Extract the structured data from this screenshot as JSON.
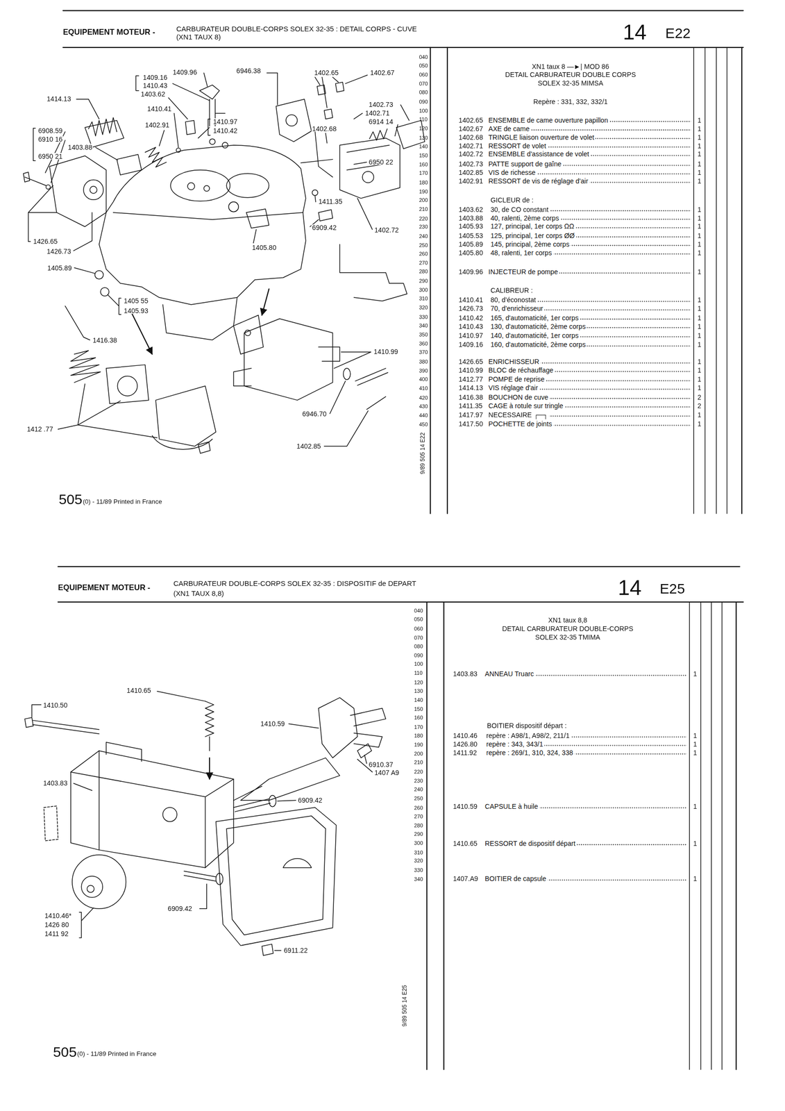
{
  "diagram": {
    "labels": [
      "EQUIPEMENT MOTEUR -",
      "CARBURATEUR DOUBLE-CORPS SOLEX 32-35 : DETAIL CORPS - CUVE",
      "(XN1 TAUX 8)",
      "14",
      "E22",
      "1409.96",
      "6946.38",
      "1402.65",
      "1402.67",
      "1409.16",
      "1410.43",
      "1403.62",
      "1414.13",
      "1410.41",
      "1402.91",
      "6908.59",
      "6910 16",
      "1403.88",
      "6950 21",
      "1410.97",
      "1410.42",
      "1402.73",
      "1402.71",
      "6914 14",
      "1402.68",
      "6950 22",
      "1411.35",
      "6909.42",
      "1402.72",
      "1405.80",
      "1426.65",
      "1426.73",
      "1405.89",
      "1405 55",
      "1405.93",
      "1416.38",
      "1410.99",
      "6946.70",
      "1412 .77",
      "1402.85",
      "040",
      "050",
      "060",
      "070",
      "080",
      "090",
      "100",
      "110",
      "120",
      "130",
      "140",
      "150",
      "160",
      "170",
      "180",
      "190",
      "200",
      "210",
      "220",
      "230",
      "240",
      "250",
      "260",
      "270",
      "280",
      "290",
      "300",
      "310",
      "320",
      "330",
      "340",
      "350",
      "360",
      "370",
      "380",
      "390",
      "400",
      "410",
      "420",
      "430",
      "440",
      "450",
      "9/89 505 14 E22",
      "505",
      "(0) - 11/89 Printed in France",
      "XN1 taux 8 —►| MOD 86",
      "DETAIL CARBURATEUR DOUBLE CORPS",
      "SOLEX 32-35 MIMSA",
      "Repère : 331, 332, 332/1",
      "1402.65",
      "ENSEMBLE de came ouverture papillon",
      "1",
      "1402.67",
      "AXE de came",
      "1",
      "1402.68",
      "TRINGLE liaison ouverture de volet",
      "1",
      "1402.71",
      "RESSORT de volet",
      "1",
      "1402.72",
      "ENSEMBLE d'assistance de volet",
      "1",
      "1402.73",
      "PATTE support de gaîne",
      "1",
      "1402.85",
      "VIS de richesse",
      "1",
      "1402.91",
      "RESSORT de vis de réglage d'air",
      "1",
      "GICLEUR de :",
      "1403.62",
      "30, de CO constant",
      "1",
      "1403.88",
      "40, ralenti, 2ème corps",
      "1",
      "1405.93",
      "127, principal, 1er corps ΩΩ",
      "1",
      "1405.53",
      "125, principal, 1er corps ØØ",
      "1",
      "1405.89",
      "145, principal, 2ème corps",
      "1",
      "1405.80",
      "48, ralenti, 1er corps",
      "1",
      "1409.96",
      "INJECTEUR de pompe",
      "1",
      "CALIBREUR :",
      "1410.41",
      "80, d'éconostat",
      "1",
      "1426.73",
      "70, d'enrichisseur",
      "1",
      "1410.42",
      "165, d'automaticité, 1er corps",
      "1",
      "1410.43",
      "130, d'automaticité, 2ème corps",
      "1",
      "1410.97",
      "140, d'automaticité, 1er corps",
      "1",
      "1409.16",
      "160, d'automaticité, 2ème corps",
      "1",
      "1426.65",
      "ENRICHISSEUR",
      "1",
      "1410.99",
      "BLOC de réchauffage",
      "1",
      "1412.77",
      "POMPE de reprise",
      "1",
      "1414.13",
      "VIS réglage d'air",
      "1",
      "1416.38",
      "BOUCHON de cuve",
      "2",
      "1411.35",
      "CAGE à rotule sur tringle",
      "2",
      "1417.97",
      "NECESSAIRE ┌─┐",
      "1",
      "1417.50",
      "POCHETTE de joints",
      "1",
      "EQUIPEMENT MOTEUR -",
      "CARBURATEUR DOUBLE-CORPS SOLEX 32-35 : DISPOSITIF de DEPART",
      "(XN1 TAUX 8,8)",
      "14",
      "E25",
      "1410.65",
      "1410.50",
      "1410.59",
      "6910.37",
      "1407 A9",
      "1403.83",
      "6909.42",
      "6909.42",
      "1410.46*",
      "1426 80",
      "1411 92",
      "6911.22",
      "040",
      "050",
      "060",
      "070",
      "080",
      "090",
      "100",
      "110",
      "120",
      "130",
      "140",
      "150",
      "160",
      "170",
      "180",
      "190",
      "200",
      "210",
      "220",
      "230",
      "240",
      "250",
      "260",
      "270",
      "280",
      "290",
      "300",
      "310",
      "320",
      "330",
      "340",
      "9/89 505 14 E25",
      "505",
      "(0) - 11/89 Printed in France",
      "XN1 taux 8,8",
      "DETAIL CARBURATEUR DOUBLE-CORPS",
      "SOLEX 32-35 TMIMA",
      "1403.83",
      "ANNEAU Truarc",
      "1",
      "BOITIER dispositif départ :",
      "1410.46",
      "repère : A98/1, A98/2, 211/1",
      "1",
      "1426.80",
      "repère : 343, 343/1",
      "1",
      "1411.92",
      "repère : 269/1, 310, 324, 338",
      "1",
      "1410.59",
      "CAPSULE à huile",
      "1",
      "1410.65",
      "RESSORT de dispositif départ",
      "1",
      "1407.A9",
      "BOITIER de capsule",
      "1"
    ]
  }
}
